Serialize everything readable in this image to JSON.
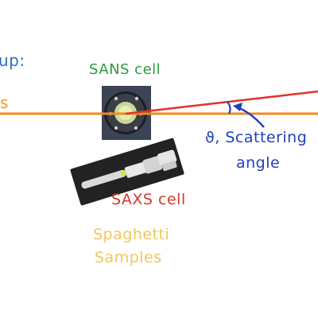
{
  "labels": {
    "setup_fragment": "up:",
    "beam_fragment": "s",
    "sans_cell": "SANS cell",
    "saxs_cell": "SAXS cell",
    "scattering_line1": "ϑ, Scattering",
    "scattering_line2": "angle",
    "samples_line1": "Spaghetti",
    "samples_line2": "Samples"
  },
  "colors": {
    "beam": "#f08a1e",
    "scattered_beam": "#e0302a",
    "setup_text": "#2a6fc9",
    "beam_text": "#f0a020",
    "sans_text": "#2e9a3a",
    "saxs_text": "#d23a2a",
    "angle_text": "#1f3fbf",
    "samples_text": "#f2c65a"
  }
}
